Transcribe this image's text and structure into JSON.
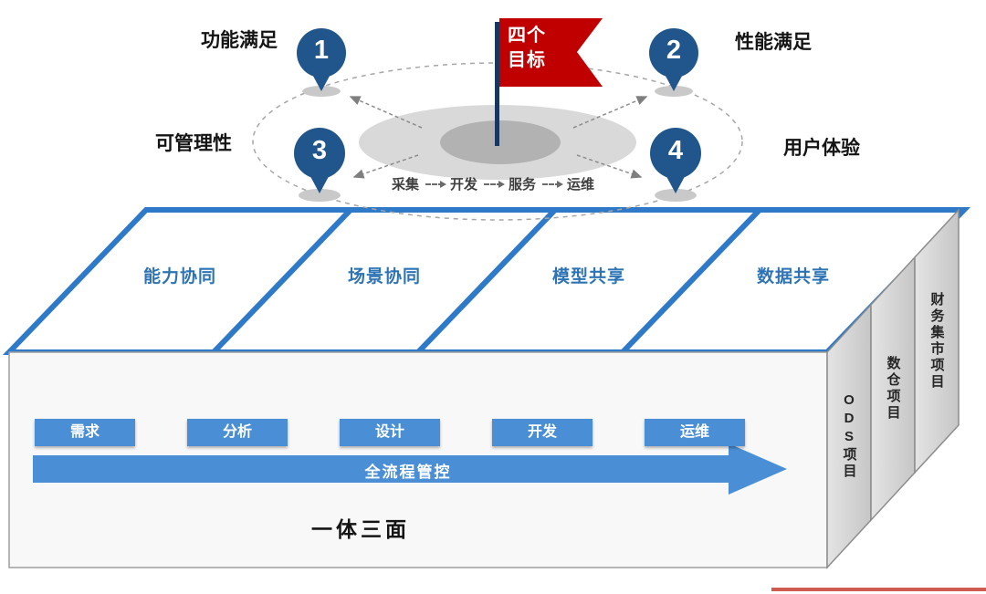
{
  "goals": {
    "flag_label": "四个\n目标",
    "pins": [
      {
        "num": "1",
        "label": "功能满足"
      },
      {
        "num": "2",
        "label": "性能满足"
      },
      {
        "num": "3",
        "label": "可管理性"
      },
      {
        "num": "4",
        "label": "用户体验"
      }
    ],
    "flow": [
      "采集",
      "开发",
      "服务",
      "运维"
    ]
  },
  "platform": {
    "top_panels": [
      "能力协同",
      "场景协同",
      "模型共享",
      "数据共享"
    ],
    "steps": [
      "需求",
      "分析",
      "设计",
      "开发",
      "运维"
    ],
    "process_arrow_label": "全流程管控",
    "caption": "一体三面",
    "side_projects": [
      "ODS项目",
      "数仓项目",
      "财务集市项目"
    ]
  },
  "colors": {
    "accent_blue": "#4a8fd6",
    "panel_border_blue": "#2e7ac9",
    "panel_text_blue": "#2e74b5",
    "pin_blue": "#21568c",
    "flag_red": "#c00000",
    "pole_navy": "#17375e"
  }
}
